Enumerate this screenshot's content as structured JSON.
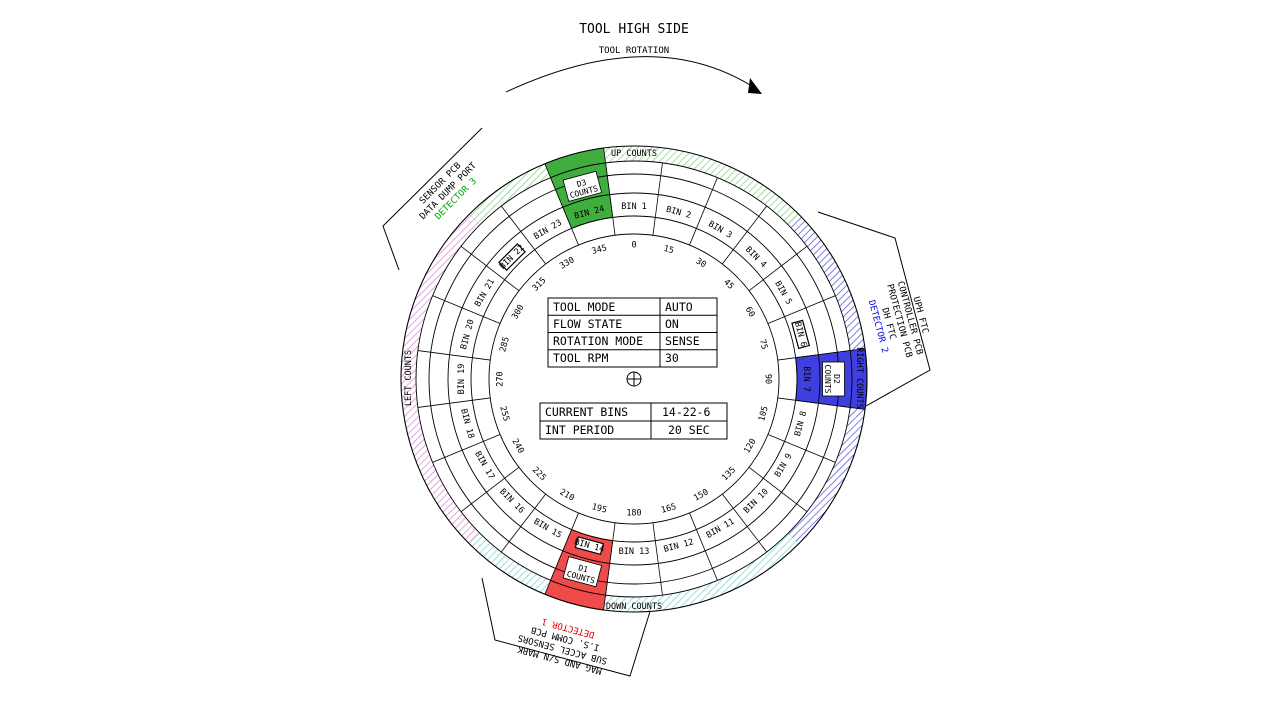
{
  "header": {
    "title": "TOOL HIGH SIDE",
    "rotation_label": "TOOL ROTATION"
  },
  "arcs": {
    "up": "UP COUNTS",
    "down": "DOWN COUNTS",
    "left": "LEFT COUNTS",
    "right": "RIGHT COUNTS"
  },
  "callouts": {
    "top_left": [
      "SENSOR PCB",
      "DATA DUMP PORT",
      "DETECTOR 3"
    ],
    "right": [
      "UPH FTC",
      "CONTROLLER PCB",
      "PROTECTION PCB",
      "DH FTC",
      "DETECTOR 2"
    ],
    "bottom": [
      "MAG AND S/N MARK",
      "SUB ACCEL SENSORS",
      "I.S. COMM PCB",
      "DETECTOR 1"
    ]
  },
  "detectors": {
    "d1": [
      "D1",
      "COUNTS"
    ],
    "d2": [
      "D2",
      "COUNTS"
    ],
    "d3": [
      "D3",
      "COUNTS"
    ]
  },
  "bins": [
    "BIN 1",
    "BIN 2",
    "BIN 3",
    "BIN 4",
    "BIN 5",
    "BIN 6",
    "BIN 7",
    "BIN 8",
    "BIN 9",
    "BIN 10",
    "BIN 11",
    "BIN 12",
    "BIN 13",
    "BIN 14",
    "BIN 15",
    "BIN 16",
    "BIN 17",
    "BIN 18",
    "BIN 19",
    "BIN 20",
    "BIN 21",
    "BIN 22",
    "BIN 23",
    "BIN 24"
  ],
  "angles": [
    "0",
    "15",
    "30",
    "45",
    "60",
    "75",
    "90",
    "105",
    "120",
    "135",
    "150",
    "165",
    "180",
    "195",
    "210",
    "225",
    "240",
    "255",
    "270",
    "285",
    "300",
    "315",
    "330",
    "345"
  ],
  "status_table": [
    [
      "TOOL MODE",
      "AUTO"
    ],
    [
      "FLOW STATE",
      "ON"
    ],
    [
      "ROTATION MODE",
      "SENSE"
    ],
    [
      "TOOL RPM",
      "30"
    ]
  ],
  "bins_table": [
    [
      "CURRENT BINS",
      "14-22-6"
    ],
    [
      "INT PERIOD",
      "20 SEC"
    ]
  ],
  "colors": {
    "up": "#8fd08f",
    "right": "#4a4ad8",
    "down": "#7fd6d6",
    "left": "#d98ad9",
    "detector1": "#ef4b4b",
    "detector2": "#3f3fe0",
    "detector3": "#3fae3f",
    "detector1_text": "#e00000",
    "detector2_text": "#0000e0",
    "detector3_text": "#00a000"
  },
  "highlighted_bins": [
    "BIN 6",
    "BIN 14",
    "BIN 22"
  ]
}
